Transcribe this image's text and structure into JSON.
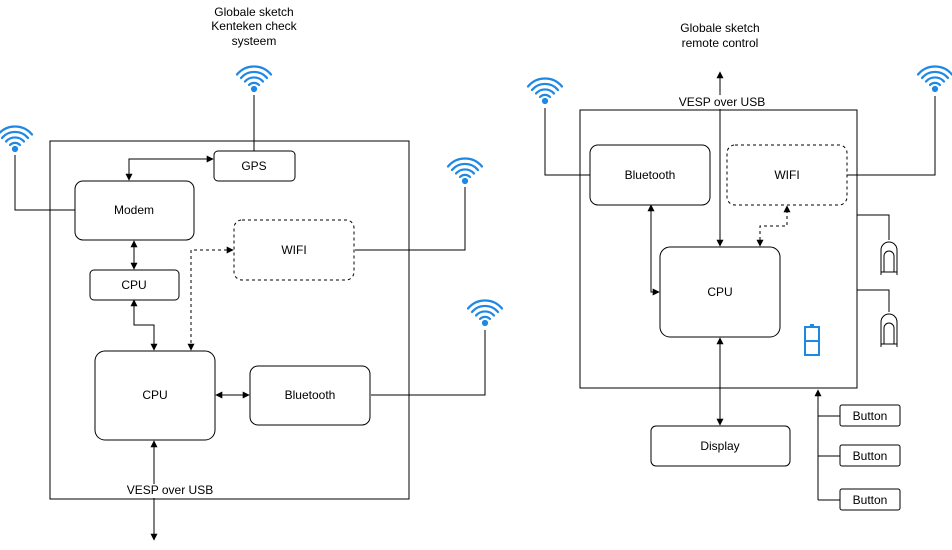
{
  "colors": {
    "wifi_icon": "#1E88E5",
    "battery_icon": "#1E88E5",
    "line": "#000000"
  },
  "left": {
    "title": [
      "Globale sketch",
      "Kenteken check",
      "systeem"
    ],
    "gps": "GPS",
    "modem": "Modem",
    "cpu_small": "CPU",
    "wifi": "WIFI",
    "cpu_main": "CPU",
    "bluetooth": "Bluetooth",
    "usb_label": "VESP over USB"
  },
  "right": {
    "title": [
      "Globale sketch",
      "remote control"
    ],
    "usb_label": "VESP over USB",
    "bluetooth": "Bluetooth",
    "wifi": "WIFI",
    "cpu": "CPU",
    "display": "Display",
    "buttons": [
      "Button",
      "Button",
      "Button"
    ],
    "icons": [
      "battery-icon",
      "speaker-icon",
      "speaker-icon"
    ]
  }
}
